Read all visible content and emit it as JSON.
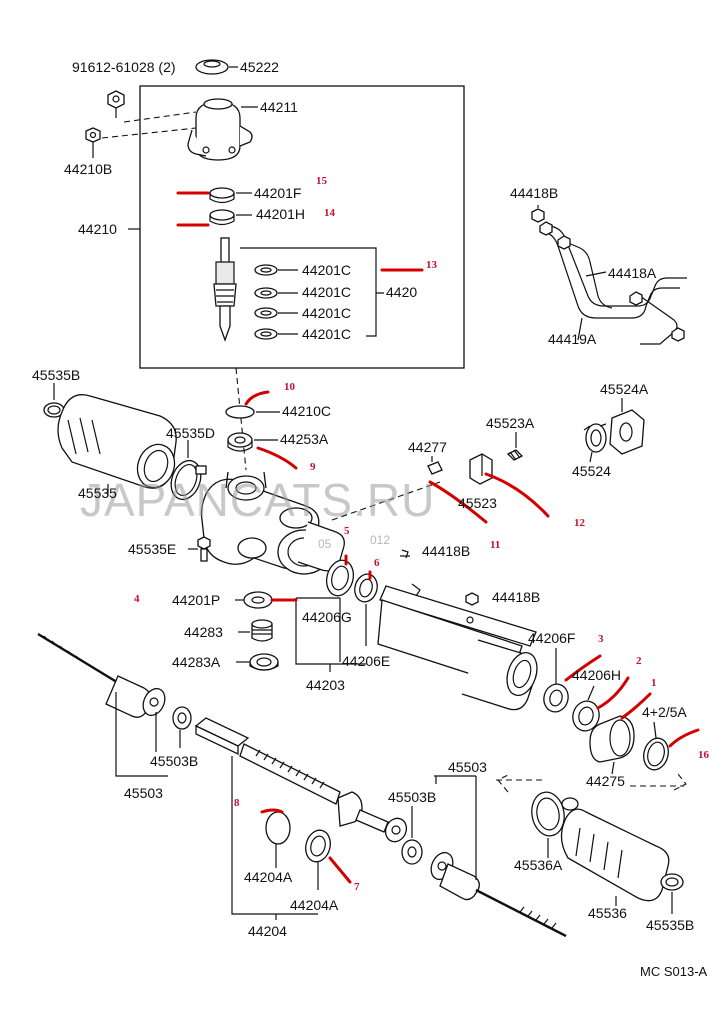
{
  "watermark": {
    "main": "JAPANCATS.RU",
    "small_a": "05",
    "small_b": "012"
  },
  "parts": {
    "p91612": "91612-61028 (2)",
    "p45222": "45222",
    "p44211": "44211",
    "p44210B": "44210B",
    "p44201F": "44201F",
    "p44201H": "44201H",
    "p44210": "44210",
    "p44201C_1": "44201C",
    "p44201C_2": "44201C",
    "p44201C_3": "44201C",
    "p44201C_4": "44201C",
    "p4420": "4420",
    "p44418B_top": "44418B",
    "p44418A": "44418A",
    "p44419A": "44419A",
    "p45535B_top": "45535B",
    "p44210C": "44210C",
    "p45524A": "45524A",
    "p45535D": "45535D",
    "p44253A": "44253A",
    "p45523A": "45523A",
    "p44277": "44277",
    "p45524": "45524",
    "p45535": "45535",
    "p45523": "45523",
    "p45535E": "45535E",
    "p44418B_mid": "44418B",
    "p44201P": "44201P",
    "p44206G": "44206G",
    "p44418B_right": "44418B",
    "p44283": "44283",
    "p44206E": "44206E",
    "p44206F": "44206F",
    "p44283A": "44283A",
    "p44203": "44203",
    "p44206H": "44206H",
    "p44275A": "4+2/5A",
    "p45503B_left": "45503B",
    "p44275": "44275",
    "p45503_left": "45503",
    "p45503_right": "45503",
    "p45503B_right": "45503B",
    "p44204A_1": "44204A",
    "p44204A_2": "44204A",
    "p44204": "44204",
    "p45536A": "45536A",
    "p45536": "45536",
    "p45535B_bottom": "45535B",
    "diagram_code": "MC S013-A"
  },
  "annotations": {
    "a1": "1",
    "a2": "2",
    "a3": "3",
    "a4": "4",
    "a5": "5",
    "a6": "6",
    "a7": "7",
    "a8": "8",
    "a9": "9",
    "a10": "10",
    "a11": "11",
    "a12": "12",
    "a13": "13",
    "a14": "14",
    "a15": "15",
    "a16": "16"
  },
  "colors": {
    "annotation": "#d40000",
    "line": "#111111",
    "watermark": "#9a9a9a"
  }
}
